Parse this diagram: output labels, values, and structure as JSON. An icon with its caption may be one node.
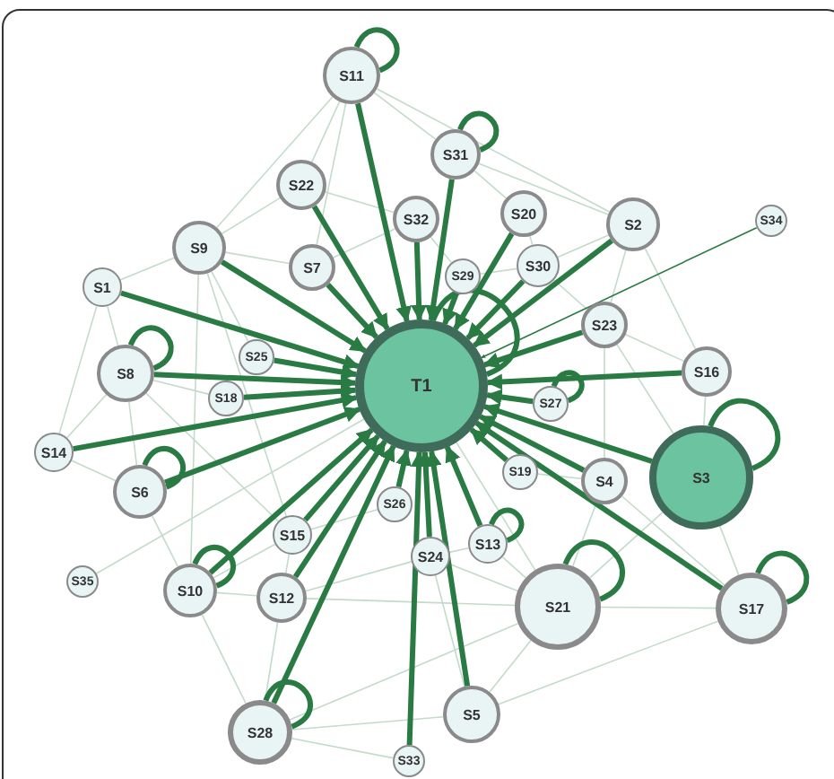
{
  "diagram": {
    "nodes": [
      {
        "text": [
          "S11"
        ]
      },
      {
        "text": [
          "S31"
        ]
      },
      {
        "text": [
          "S22"
        ]
      },
      {
        "text": [
          "S20"
        ]
      },
      {
        "text": [
          "S34"
        ]
      },
      {
        "text": [
          "S32"
        ]
      },
      {
        "text": [
          "S2"
        ]
      },
      {
        "text": [
          "S9"
        ]
      },
      {
        "text": [
          "S7"
        ]
      },
      {
        "text": [
          "S29"
        ]
      },
      {
        "text": [
          "S1"
        ]
      },
      {
        "text": [
          "S30"
        ]
      },
      {
        "text": [
          "S23"
        ]
      },
      {
        "text": [
          "S25"
        ]
      },
      {
        "text": [
          "S16"
        ]
      },
      {
        "text": [
          "S8"
        ]
      },
      {
        "text": [
          "T1"
        ]
      },
      {
        "text": [
          "S18"
        ]
      },
      {
        "text": [
          "S27"
        ]
      },
      {
        "text": [
          "S14"
        ]
      },
      {
        "text": [
          "S19"
        ]
      },
      {
        "text": [
          "S26"
        ]
      },
      {
        "text": [
          "S3"
        ]
      },
      {
        "text": [
          "S4"
        ]
      },
      {
        "text": [
          "S6"
        ]
      },
      {
        "text": [
          "S15"
        ]
      },
      {
        "text": [
          "S13"
        ]
      },
      {
        "text": [
          "S24"
        ]
      },
      {
        "text": [
          "S12"
        ]
      },
      {
        "text": [
          "S35"
        ]
      },
      {
        "text": [
          "S10"
        ]
      },
      {
        "text": [
          "S21"
        ]
      },
      {
        "text": [
          "S17"
        ]
      },
      {
        "text": [
          "S5"
        ]
      },
      {
        "text": [
          "S28"
        ]
      },
      {
        "text": [
          "S33"
        ]
      }
    ],
    "edges": [
      {
        "from": 0,
        "to": 16,
        "arrow": "to",
        "style": "thick",
        "color": "#2a7a44"
      },
      {
        "from": 1,
        "to": 16,
        "arrow": "to",
        "style": "thick",
        "color": "#2a7a44"
      },
      {
        "from": 2,
        "to": 16,
        "arrow": "to",
        "style": "thick",
        "color": "#2a7a44"
      },
      {
        "from": 5,
        "to": 16,
        "arrow": "to",
        "style": "thick",
        "color": "#2a7a44"
      },
      {
        "from": 3,
        "to": 16,
        "arrow": "to",
        "style": "thick",
        "color": "#2a7a44"
      },
      {
        "from": 6,
        "to": 16,
        "arrow": "to",
        "style": "thick",
        "color": "#2a7a44"
      },
      {
        "from": 7,
        "to": 16,
        "arrow": "to",
        "style": "thick",
        "color": "#2a7a44"
      },
      {
        "from": 8,
        "to": 16,
        "arrow": "to",
        "style": "thick",
        "color": "#2a7a44"
      },
      {
        "from": 9,
        "to": 16,
        "arrow": "to",
        "style": "thick",
        "color": "#2a7a44"
      },
      {
        "from": 11,
        "to": 16,
        "arrow": "to",
        "style": "thick",
        "color": "#2a7a44"
      },
      {
        "from": 10,
        "to": 16,
        "arrow": "to",
        "style": "thick",
        "color": "#2a7a44"
      },
      {
        "from": 12,
        "to": 16,
        "arrow": "to",
        "style": "thick",
        "color": "#2a7a44"
      },
      {
        "from": 13,
        "to": 16,
        "arrow": "to",
        "style": "thick",
        "color": "#2a7a44"
      },
      {
        "from": 14,
        "to": 16,
        "arrow": "to",
        "style": "thick",
        "color": "#2a7a44"
      },
      {
        "from": 15,
        "to": 16,
        "arrow": "to",
        "style": "thick",
        "color": "#2a7a44"
      },
      {
        "from": 17,
        "to": 16,
        "arrow": "to",
        "style": "thick",
        "color": "#2a7a44"
      },
      {
        "from": 18,
        "to": 16,
        "arrow": "to",
        "style": "thick",
        "color": "#2a7a44"
      },
      {
        "from": 19,
        "to": 16,
        "arrow": "to",
        "style": "thick",
        "color": "#2a7a44"
      },
      {
        "from": 24,
        "to": 16,
        "arrow": "to",
        "style": "thick",
        "color": "#2a7a44"
      },
      {
        "from": 25,
        "to": 16,
        "arrow": "to",
        "style": "thick",
        "color": "#2a7a44"
      },
      {
        "from": 30,
        "to": 16,
        "arrow": "to",
        "style": "thick",
        "color": "#2a7a44"
      },
      {
        "from": 34,
        "to": 16,
        "arrow": "to",
        "style": "thick",
        "color": "#2a7a44"
      },
      {
        "from": 28,
        "to": 16,
        "arrow": "to",
        "style": "thick",
        "color": "#2a7a44"
      },
      {
        "from": 21,
        "to": 16,
        "arrow": "to",
        "style": "thick",
        "color": "#2a7a44"
      },
      {
        "from": 27,
        "to": 16,
        "arrow": "to",
        "style": "thick",
        "color": "#2a7a44"
      },
      {
        "from": 33,
        "to": 16,
        "arrow": "to",
        "style": "thick",
        "color": "#2a7a44"
      },
      {
        "from": 35,
        "to": 16,
        "arrow": "to",
        "style": "thick",
        "color": "#2a7a44"
      },
      {
        "from": 26,
        "to": 16,
        "arrow": "to",
        "style": "thick",
        "color": "#2a7a44"
      },
      {
        "from": 20,
        "to": 16,
        "arrow": "to",
        "style": "thick",
        "color": "#2a7a44"
      },
      {
        "from": 23,
        "to": 16,
        "arrow": "to",
        "style": "thick",
        "color": "#2a7a44"
      },
      {
        "from": 22,
        "to": 16,
        "arrow": "to",
        "style": "thick",
        "color": "#2a7a44"
      },
      {
        "from": 32,
        "to": 16,
        "arrow": "to",
        "style": "thick",
        "color": "#2a7a44"
      },
      {
        "from": 4,
        "to": 16,
        "arrow": "to",
        "color": "#2a7a44"
      },
      {
        "from": 0,
        "to": 0,
        "arrow": "none",
        "style": "thick",
        "color": "#2a7a44"
      },
      {
        "from": 1,
        "to": 1,
        "arrow": "none",
        "style": "thick",
        "color": "#2a7a44"
      },
      {
        "from": 15,
        "to": 15,
        "arrow": "none",
        "style": "thick",
        "color": "#2a7a44"
      },
      {
        "from": 24,
        "to": 24,
        "arrow": "none",
        "style": "thick",
        "color": "#2a7a44"
      },
      {
        "from": 30,
        "to": 30,
        "arrow": "none",
        "style": "thick",
        "color": "#2a7a44"
      },
      {
        "from": 34,
        "to": 34,
        "arrow": "none",
        "style": "thick",
        "color": "#2a7a44"
      },
      {
        "from": 31,
        "to": 31,
        "arrow": "none",
        "style": "thick",
        "color": "#2a7a44"
      },
      {
        "from": 32,
        "to": 32,
        "arrow": "none",
        "style": "thick",
        "color": "#2a7a44"
      },
      {
        "from": 22,
        "to": 22,
        "arrow": "none",
        "style": "thick",
        "color": "#2a7a44"
      },
      {
        "from": 26,
        "to": 26,
        "arrow": "none",
        "style": "thick",
        "color": "#2a7a44"
      },
      {
        "from": 18,
        "to": 18,
        "arrow": "none",
        "style": "thick",
        "color": "#2a7a44"
      },
      {
        "from": 16,
        "to": 16,
        "arrow": "none",
        "style": "thick",
        "color": "#2a7a44"
      },
      {
        "from": 0,
        "to": 2,
        "arrow": "none"
      },
      {
        "from": 0,
        "to": 7,
        "arrow": "none"
      },
      {
        "from": 0,
        "to": 1,
        "arrow": "none"
      },
      {
        "from": 0,
        "to": 6,
        "arrow": "none"
      },
      {
        "from": 0,
        "to": 8,
        "arrow": "none"
      },
      {
        "from": 1,
        "to": 6,
        "arrow": "none"
      },
      {
        "from": 1,
        "to": 3,
        "arrow": "none"
      },
      {
        "from": 2,
        "to": 7,
        "arrow": "none"
      },
      {
        "from": 2,
        "to": 5,
        "arrow": "none"
      },
      {
        "from": 7,
        "to": 10,
        "arrow": "none"
      },
      {
        "from": 7,
        "to": 8,
        "arrow": "none"
      },
      {
        "from": 7,
        "to": 13,
        "arrow": "none"
      },
      {
        "from": 7,
        "to": 25,
        "arrow": "none"
      },
      {
        "from": 7,
        "to": 30,
        "arrow": "none"
      },
      {
        "from": 10,
        "to": 15,
        "arrow": "none"
      },
      {
        "from": 10,
        "to": 19,
        "arrow": "none"
      },
      {
        "from": 15,
        "to": 19,
        "arrow": "none"
      },
      {
        "from": 15,
        "to": 24,
        "arrow": "none"
      },
      {
        "from": 15,
        "to": 17,
        "arrow": "none"
      },
      {
        "from": 15,
        "to": 25,
        "arrow": "none"
      },
      {
        "from": 19,
        "to": 24,
        "arrow": "none"
      },
      {
        "from": 24,
        "to": 30,
        "arrow": "none"
      },
      {
        "from": 29,
        "to": 16,
        "arrow": "none"
      },
      {
        "from": 30,
        "to": 34,
        "arrow": "none"
      },
      {
        "from": 30,
        "to": 28,
        "arrow": "none"
      },
      {
        "from": 30,
        "to": 25,
        "arrow": "none"
      },
      {
        "from": 34,
        "to": 28,
        "arrow": "none"
      },
      {
        "from": 34,
        "to": 31,
        "arrow": "none"
      },
      {
        "from": 34,
        "to": 33,
        "arrow": "none"
      },
      {
        "from": 34,
        "to": 35,
        "arrow": "none"
      },
      {
        "from": 28,
        "to": 27,
        "arrow": "none"
      },
      {
        "from": 28,
        "to": 31,
        "arrow": "none"
      },
      {
        "from": 27,
        "to": 31,
        "arrow": "none"
      },
      {
        "from": 27,
        "to": 33,
        "arrow": "none"
      },
      {
        "from": 33,
        "to": 31,
        "arrow": "none"
      },
      {
        "from": 33,
        "to": 32,
        "arrow": "none"
      },
      {
        "from": 31,
        "to": 32,
        "arrow": "none"
      },
      {
        "from": 31,
        "to": 22,
        "arrow": "none"
      },
      {
        "from": 31,
        "to": 23,
        "arrow": "none"
      },
      {
        "from": 32,
        "to": 22,
        "arrow": "none"
      },
      {
        "from": 32,
        "to": 23,
        "arrow": "none"
      },
      {
        "from": 22,
        "to": 14,
        "arrow": "none"
      },
      {
        "from": 22,
        "to": 12,
        "arrow": "none"
      },
      {
        "from": 14,
        "to": 12,
        "arrow": "none"
      },
      {
        "from": 14,
        "to": 6,
        "arrow": "none"
      },
      {
        "from": 6,
        "to": 12,
        "arrow": "none"
      },
      {
        "from": 6,
        "to": 11,
        "arrow": "none"
      },
      {
        "from": 3,
        "to": 11,
        "arrow": "none"
      },
      {
        "from": 11,
        "to": 12,
        "arrow": "none"
      },
      {
        "from": 12,
        "to": 23,
        "arrow": "none"
      },
      {
        "from": 26,
        "to": 31,
        "arrow": "none"
      },
      {
        "from": 20,
        "to": 23,
        "arrow": "none"
      },
      {
        "from": 28,
        "to": 25,
        "arrow": "none"
      },
      {
        "from": 21,
        "to": 25,
        "arrow": "none"
      },
      {
        "from": 8,
        "to": 5,
        "arrow": "none"
      },
      {
        "from": 5,
        "to": 9,
        "arrow": "none"
      },
      {
        "from": 9,
        "to": 11,
        "arrow": "none"
      },
      {
        "from": 26,
        "to": 27,
        "arrow": "none"
      },
      {
        "from": 31,
        "to": 16,
        "arrow": "none"
      }
    ]
  }
}
